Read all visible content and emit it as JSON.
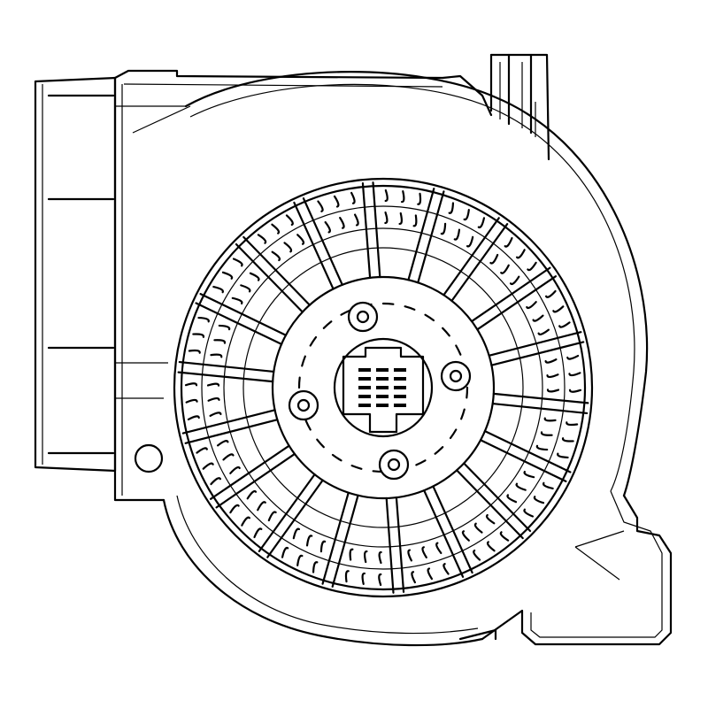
{
  "drawing": {
    "subject": "blower-fan-housing",
    "line_color": "#000000",
    "background_color": "#ffffff",
    "spoke_count": 18,
    "mounting_holes": 4
  }
}
